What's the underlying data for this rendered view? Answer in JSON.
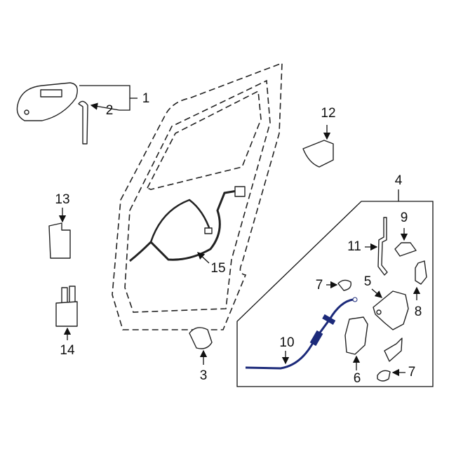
{
  "title": "Rear door lock components diagram",
  "colors": {
    "cable": "#1c2a7a",
    "line": "#111111"
  },
  "callouts": [
    {
      "id": "c1",
      "text": "1"
    },
    {
      "id": "c2",
      "text": "2"
    },
    {
      "id": "c3",
      "text": "3"
    },
    {
      "id": "c4",
      "text": "4"
    },
    {
      "id": "c5",
      "text": "5"
    },
    {
      "id": "c6",
      "text": "6"
    },
    {
      "id": "c7a",
      "text": "7"
    },
    {
      "id": "c7b",
      "text": "7"
    },
    {
      "id": "c8",
      "text": "8"
    },
    {
      "id": "c9",
      "text": "9"
    },
    {
      "id": "c10",
      "text": "10"
    },
    {
      "id": "c11",
      "text": "11"
    },
    {
      "id": "c12",
      "text": "12"
    },
    {
      "id": "c13",
      "text": "13"
    },
    {
      "id": "c14",
      "text": "14"
    },
    {
      "id": "c15",
      "text": "15"
    }
  ]
}
